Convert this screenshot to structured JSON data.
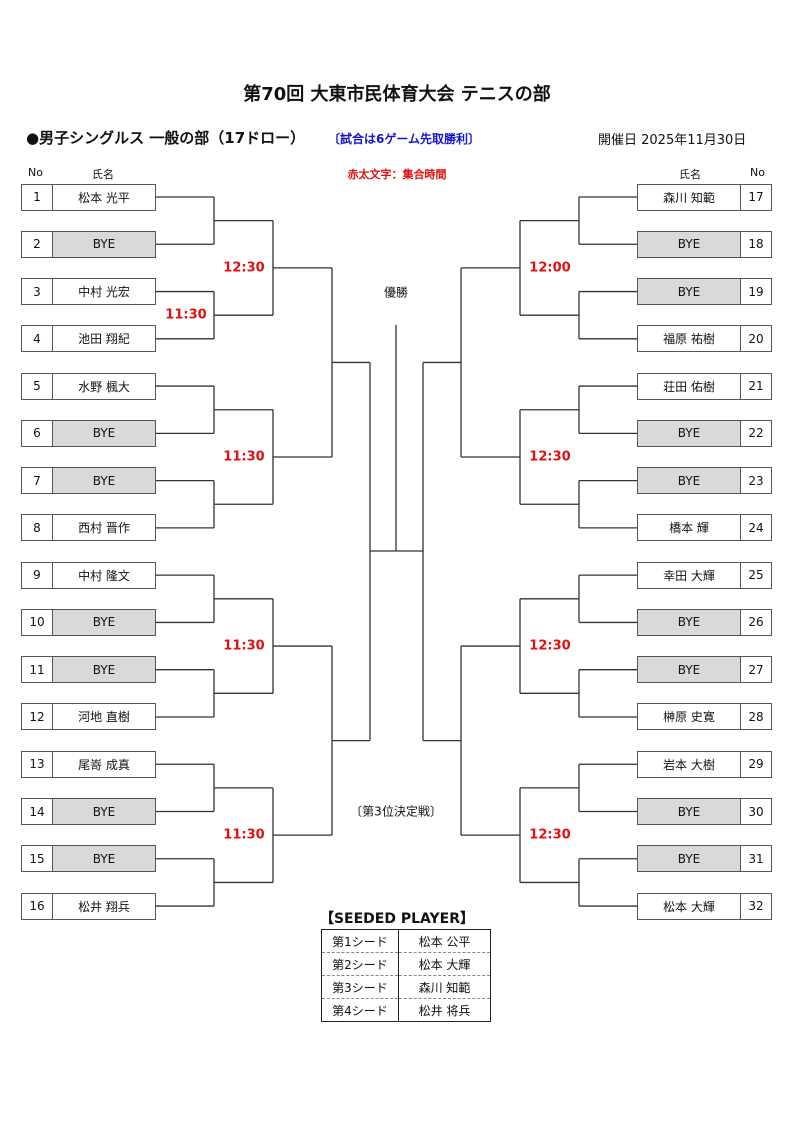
{
  "header": {
    "title": "第70回 大東市民体育大会 テニスの部",
    "subtitle": "●男子シングルス 一般の部（17ドロー）",
    "rule": "〔試合は6ゲーム先取勝利〕",
    "date": "開催日  2025年11月30日",
    "col_no": "No",
    "col_name": "氏名",
    "legend": "赤太文字：集合時間"
  },
  "left_players": [
    {
      "no": "1",
      "name": "松本  光平",
      "bye": false
    },
    {
      "no": "2",
      "name": "BYE",
      "bye": true
    },
    {
      "no": "3",
      "name": "中村  光宏",
      "bye": false
    },
    {
      "no": "4",
      "name": "池田  翔紀",
      "bye": false
    },
    {
      "no": "5",
      "name": "水野  楓大",
      "bye": false
    },
    {
      "no": "6",
      "name": "BYE",
      "bye": true
    },
    {
      "no": "7",
      "name": "BYE",
      "bye": true
    },
    {
      "no": "8",
      "name": "西村  晋作",
      "bye": false
    },
    {
      "no": "9",
      "name": "中村  隆文",
      "bye": false
    },
    {
      "no": "10",
      "name": "BYE",
      "bye": true
    },
    {
      "no": "11",
      "name": "BYE",
      "bye": true
    },
    {
      "no": "12",
      "name": "河地  直樹",
      "bye": false
    },
    {
      "no": "13",
      "name": "尾嵜  成真",
      "bye": false
    },
    {
      "no": "14",
      "name": "BYE",
      "bye": true
    },
    {
      "no": "15",
      "name": "BYE",
      "bye": true
    },
    {
      "no": "16",
      "name": "松井  翔兵",
      "bye": false
    }
  ],
  "right_players": [
    {
      "no": "17",
      "name": "森川  知範",
      "bye": false
    },
    {
      "no": "18",
      "name": "BYE",
      "bye": true
    },
    {
      "no": "19",
      "name": "BYE",
      "bye": true
    },
    {
      "no": "20",
      "name": "福原  祐樹",
      "bye": false
    },
    {
      "no": "21",
      "name": "荘田  佑樹",
      "bye": false
    },
    {
      "no": "22",
      "name": "BYE",
      "bye": true
    },
    {
      "no": "23",
      "name": "BYE",
      "bye": true
    },
    {
      "no": "24",
      "name": "橋本    輝",
      "bye": false
    },
    {
      "no": "25",
      "name": "幸田  大輝",
      "bye": false
    },
    {
      "no": "26",
      "name": "BYE",
      "bye": true
    },
    {
      "no": "27",
      "name": "BYE",
      "bye": true
    },
    {
      "no": "28",
      "name": "榊原  史寛",
      "bye": false
    },
    {
      "no": "29",
      "name": "岩本  大樹",
      "bye": false
    },
    {
      "no": "30",
      "name": "BYE",
      "bye": true
    },
    {
      "no": "31",
      "name": "BYE",
      "bye": true
    },
    {
      "no": "32",
      "name": "松本  大輝",
      "bye": false
    }
  ],
  "times": {
    "left": [
      "12:30",
      "11:30",
      "11:30",
      "11:30",
      "11:30"
    ],
    "right": [
      "12:00",
      "12:30",
      "12:30",
      "12:30"
    ]
  },
  "center": {
    "champion": "優勝",
    "third_place": "〔第3位決定戦〕"
  },
  "seeds": {
    "title": "【SEEDED  PLAYER】",
    "rows": [
      {
        "seed": "第1シード",
        "name": "松本  公平"
      },
      {
        "seed": "第2シード",
        "name": "松本  大輝"
      },
      {
        "seed": "第3シード",
        "name": "森川  知範"
      },
      {
        "seed": "第4シード",
        "name": "松井  将兵"
      }
    ]
  }
}
